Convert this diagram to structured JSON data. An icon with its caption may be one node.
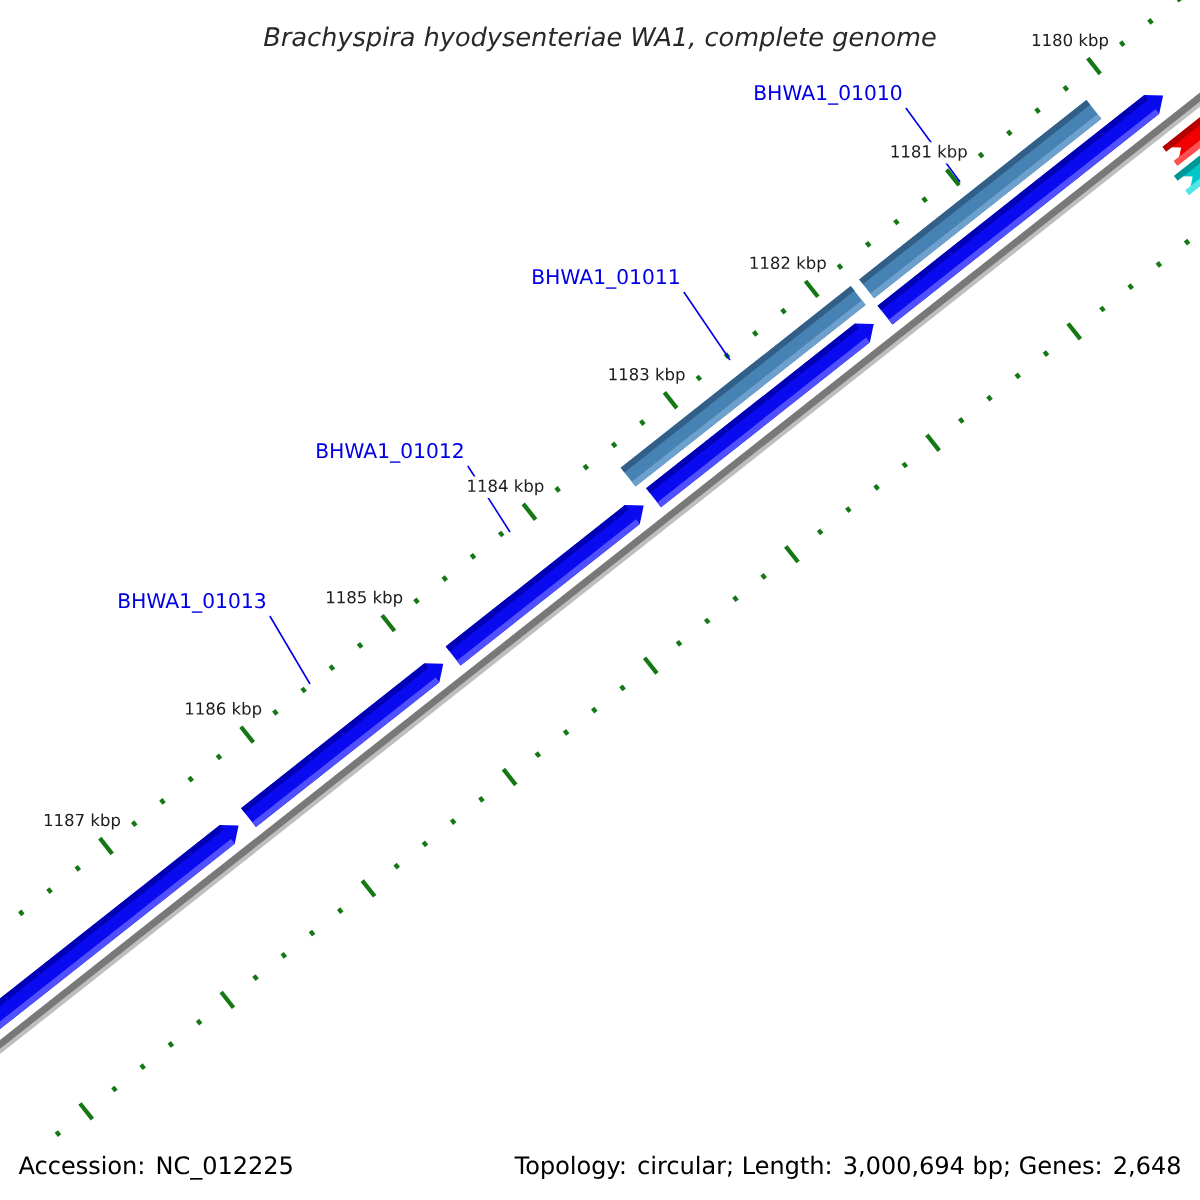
{
  "diagram": {
    "title": "Brachyspira hyodysenteriae WA1, complete genome",
    "nodes": [
      {
        "text": [
          "BHWA1_01010"
        ]
      },
      {
        "text": [
          "BHWA1_01011"
        ]
      },
      {
        "text": [
          "BHWA1_01012"
        ]
      },
      {
        "text": [
          "BHWA1_01013"
        ]
      }
    ],
    "edges": [
      {
        "from": 0,
        "to": null,
        "arrow": "none"
      },
      {
        "from": 1,
        "to": null,
        "arrow": "none"
      },
      {
        "from": 2,
        "to": null,
        "arrow": "none"
      },
      {
        "from": 3,
        "to": null,
        "arrow": "none"
      }
    ],
    "labels": [
      "1180 kbp",
      "1181 kbp",
      "1182 kbp",
      "1183 kbp",
      "1184 kbp",
      "1185 kbp",
      "1186 kbp",
      "1187 kbp",
      "Accession: NC_012225",
      "Topology: circular; Length: 3,000,694 bp; Genes: 2,648"
    ]
  }
}
